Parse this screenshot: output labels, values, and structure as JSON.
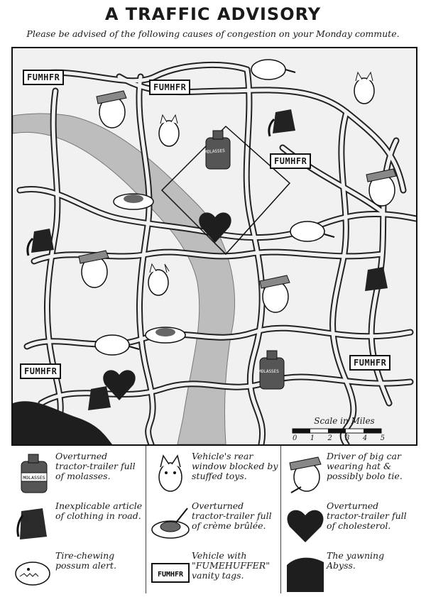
{
  "header": {
    "title": "A TRAFFIC ADVISORY",
    "subtitle": "Please be advised of the following causes of congestion on your Monday commute."
  },
  "map": {
    "signs": [
      "FUMHFR",
      "FUMHFR",
      "FUMHFR",
      "FUMHFR",
      "FUMHFR"
    ],
    "jugs": [
      "MOLASSES",
      "MOLASSES"
    ],
    "scale": {
      "title": "Scale in Miles",
      "ticks": [
        "0",
        "1",
        "2",
        "3",
        "4",
        "5"
      ]
    }
  },
  "legend": [
    {
      "icon": "molasses-jug-icon",
      "icon_label": "MOLASSES",
      "text": "Overturned tractor-trailer full of molasses."
    },
    {
      "icon": "stuffed-cat-icon",
      "text": "Vehicle's rear window blocked by stuffed toys."
    },
    {
      "icon": "driver-hat-icon",
      "text": "Driver of big car wearing hat & possibly bolo tie."
    },
    {
      "icon": "fez-icon",
      "text": "Inexplicable article of clothing in road."
    },
    {
      "icon": "creme-brulee-icon",
      "text": "Overturned tractor-trailer full of crème brûlée."
    },
    {
      "icon": "heart-icon",
      "text": "Overturned tractor-trailer full of cholesterol."
    },
    {
      "icon": "possum-icon",
      "text": "Tire-chewing possum alert."
    },
    {
      "icon": "vanity-plate-icon",
      "icon_label": "FUMHFR",
      "text": "Vehicle with \"FUMEHUFFER\" vanity tags."
    },
    {
      "icon": "abyss-icon",
      "text": "The yawning Abyss."
    }
  ]
}
